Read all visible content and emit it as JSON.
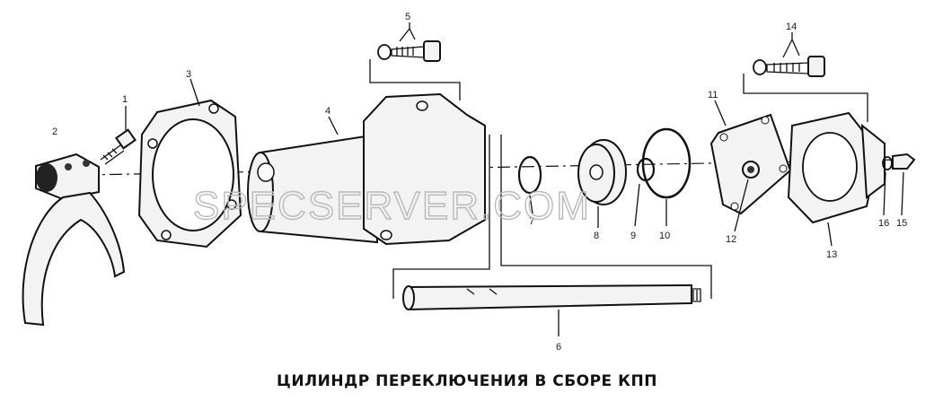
{
  "title": "ЦИЛИНДР ПЕРЕКЛЮЧЕНИЯ В СБОРЕ КПП",
  "watermark": "SPECSERVER.COM",
  "callouts": {
    "c1": "1",
    "c2": "2",
    "c3": "3",
    "c4": "4",
    "c5": "5",
    "c6": "6",
    "c7": "7",
    "c8": "8",
    "c9": "9",
    "c10": "10",
    "c11": "11",
    "c12": "12",
    "c13": "13",
    "c14": "14",
    "c15": "15",
    "c16": "16"
  }
}
